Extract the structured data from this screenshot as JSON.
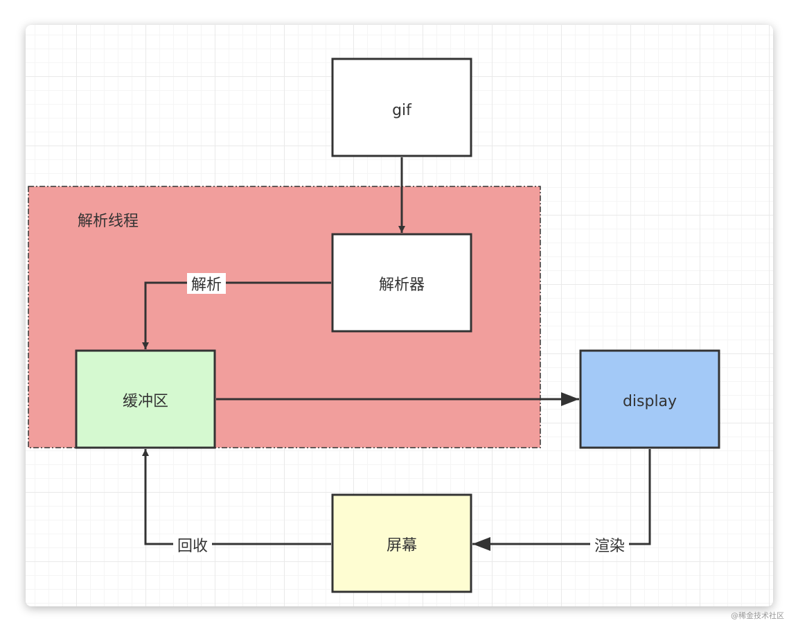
{
  "diagram": {
    "group_label": "解析线程",
    "nodes": {
      "gif": "gif",
      "parser": "解析器",
      "buffer": "缓冲区",
      "display": "display",
      "screen": "屏幕"
    },
    "edges": {
      "parse": "解析",
      "recycle": "回收",
      "render": "渲染"
    },
    "colors": {
      "group_fill": "#f19e9c",
      "buffer_fill": "#d5f9d0",
      "display_fill": "#a3c9f7",
      "screen_fill": "#fefdd2",
      "stroke": "#333333"
    }
  },
  "watermark": "@稀金技术社区"
}
